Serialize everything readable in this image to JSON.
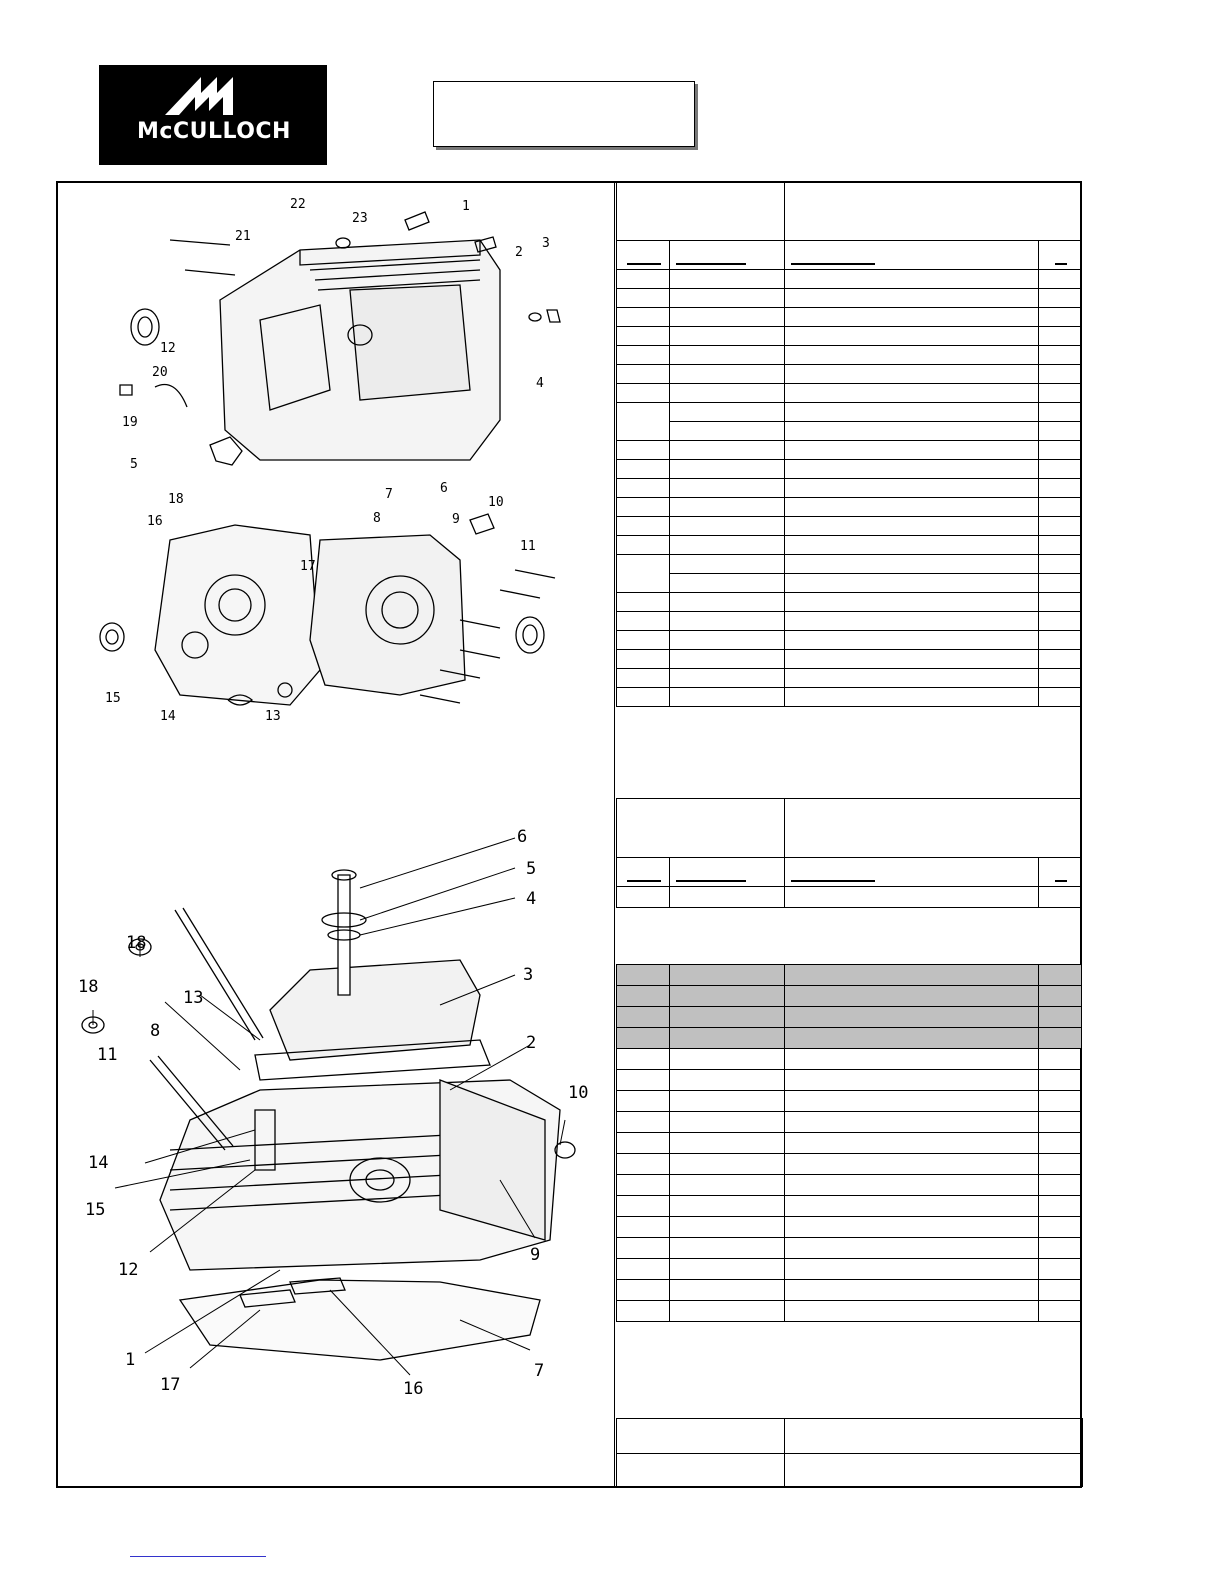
{
  "header": {
    "logo_text": "McCULLOCH",
    "title_box_text": ""
  },
  "diagram_top": {
    "callouts": [
      "1",
      "2",
      "3",
      "4",
      "5",
      "6",
      "7",
      "8",
      "9",
      "10",
      "11",
      "12",
      "13",
      "14",
      "15",
      "16",
      "17",
      "18",
      "19",
      "20",
      "21",
      "22",
      "23"
    ]
  },
  "diagram_bottom": {
    "callouts": [
      "1",
      "2",
      "3",
      "4",
      "5",
      "6",
      "7",
      "8",
      "9",
      "10",
      "11",
      "12",
      "13",
      "14",
      "15",
      "16",
      "17",
      "18"
    ]
  },
  "colors": {
    "frame": "#000000",
    "shade": "#c0c0c0",
    "link": "#3333cc"
  }
}
